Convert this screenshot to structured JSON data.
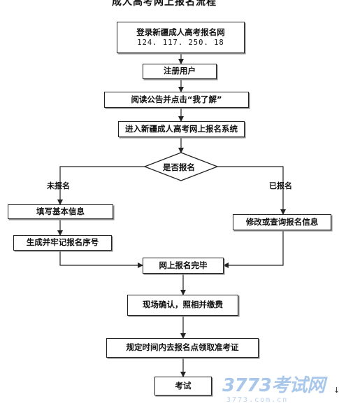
{
  "title_partial": "成人高考网上报名流程",
  "steps": {
    "login_line1": "登录新疆成人高考报名网",
    "login_line2": "124. 117. 250. 18",
    "register": "注册用户",
    "read_notice": "阅读公告并点击“我了解”",
    "enter_system": "进入新疆成人高考网上报名系统",
    "decision": "是否报名",
    "fill_info": "填写基本信息",
    "gen_serial": "生成并牢记报名序号",
    "modify_info": "修改或查询报名信息",
    "online_done": "网上报名完毕",
    "onsite_confirm": "现场确认，照相并缴费",
    "get_ticket": "规定时间内去报名点领取准考证",
    "exam": "考试"
  },
  "branches": {
    "not_registered": "未报名",
    "registered": "已报名"
  },
  "watermark": {
    "main": "3773考试网",
    "sub": "3773.com.cn"
  }
}
